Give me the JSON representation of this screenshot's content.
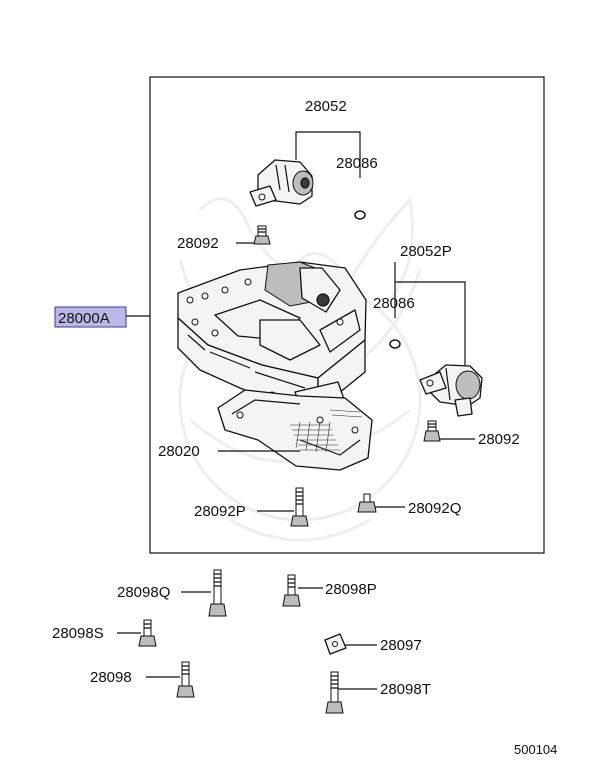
{
  "callouts": {
    "assembly": "28000A",
    "solenoid_top": "28052",
    "oring_top": "28086",
    "bolt_upper": "28092",
    "solenoid_right": "28052P",
    "oring_right": "28086",
    "bolt_right": "28092",
    "plate": "28020",
    "bolt_p": "28092P",
    "bolt_q": "28092Q",
    "bolt_98q": "28098Q",
    "bolt_98p": "28098P",
    "bolt_98s": "28098S",
    "clip_97": "28097",
    "bolt_98": "28098",
    "bolt_98t": "28098T"
  },
  "diagram_code": "500104",
  "colors": {
    "highlight_fill": "#b9b9e6",
    "highlight_border": "#3b3b8f",
    "line": "#111111"
  }
}
